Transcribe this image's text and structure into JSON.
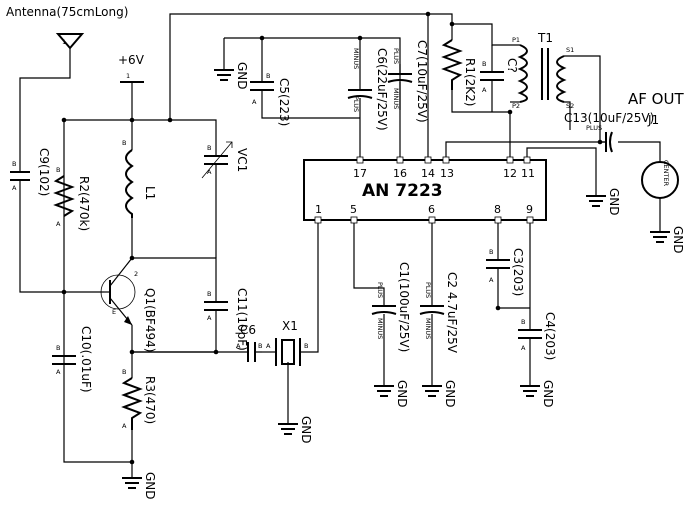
{
  "antenna": {
    "label": "Antenna(75cmLong)"
  },
  "supply": {
    "label": "+6V"
  },
  "chip": {
    "name": "AN 7223"
  },
  "output": {
    "label": "AF OUT",
    "jack": "J1",
    "center": "CENTER"
  },
  "transformer": {
    "name": "T1",
    "p1": "P1",
    "p2": "P2",
    "s1": "S1",
    "s2": "S2"
  },
  "components": {
    "c9": "C9(102)",
    "r2": "R2(470k)",
    "l1": "L1",
    "vc1": "VC1",
    "q1": "Q1(BF494)",
    "c11": "C11(10pF)",
    "c10": "C10(.01uF)",
    "r3": "R3(470)",
    "c6": "C6",
    "x1": "X1",
    "c5": "C5(223)",
    "c6b": "C6(22uF/25V)",
    "c7": "C7(10uF/25V)",
    "r1": "R1(2K2)",
    "ct": "C?",
    "c13": "C13(10uF/25V)",
    "c1": "C1(100uF/25V)",
    "c2": "C2 4.7uF/25V",
    "c3": "C3(203)",
    "c4": "C4(203)"
  },
  "pins": {
    "p1": "1",
    "p5": "5",
    "p6": "6",
    "p8": "8",
    "p9": "9",
    "p17": "17",
    "p16": "16",
    "p14": "14",
    "p13": "13",
    "p12": "12",
    "p11": "11"
  },
  "marks": {
    "gnd": "GND",
    "plus": "PLUS",
    "minus": "MINUS",
    "a": "A",
    "b": "B",
    "e": "E",
    "n1": "1",
    "n2": "2"
  }
}
